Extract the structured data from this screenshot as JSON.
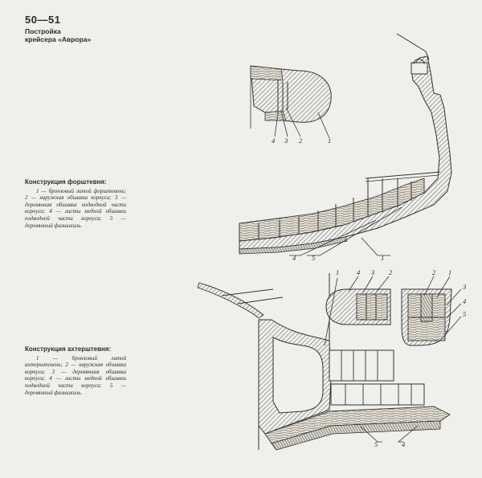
{
  "page": {
    "number": "50—51",
    "running_head": [
      "Постройка",
      "крейсера «Аврора»"
    ]
  },
  "stem_caption": {
    "title": "Конструкция форштевня:",
    "body": "1 — бронзовый литой форштевень; 2 — наружная обшивка корпуса; 3 — деревянная обшивка подводной части корпуса; 4 — листы медной обшивки подводной части корпуса; 5 — деревянный фальшкиль."
  },
  "stern_caption": {
    "title": "Конструкция ахтерштевня:",
    "body": "1 — бронзовый литой ахтерштевень; 2 — наружная обшивка корпуса; 3 — деревянная обшивка корпуса; 4 — листы медной обшивки подводной части корпуса; 5 — деревянный фальшкиль."
  },
  "callouts": {
    "stem_detail": [
      "4",
      "3",
      "2",
      "1"
    ],
    "stem_main": [
      "4",
      "5",
      "1"
    ],
    "stern_main": [
      "1",
      "5",
      "4"
    ],
    "stern_section_a": [
      "4",
      "3",
      "2"
    ],
    "stern_section_b": [
      "2",
      "1",
      "3",
      "4",
      "5"
    ]
  }
}
